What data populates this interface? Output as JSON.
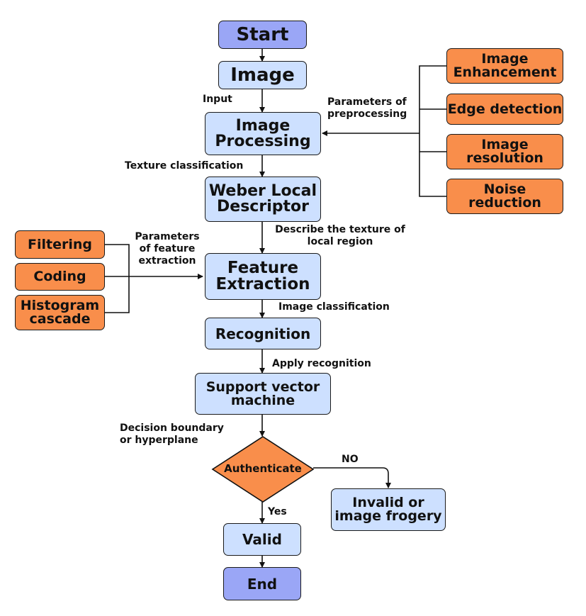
{
  "nodes": {
    "start": "Start",
    "image": "Image",
    "image_processing": "Image\nProcessing",
    "weber": "Weber Local\nDescriptor",
    "feature_extraction": "Feature\nExtraction",
    "recognition": "Recognition",
    "svm": "Support vector\nmachine",
    "authenticate": "Authenticate",
    "valid": "Valid",
    "end": "End",
    "invalid": "Invalid or\nimage frogery"
  },
  "preprocessing": [
    "Image\nEnhancement",
    "Edge detection",
    "Image\nresolution",
    "Noise\nreduction"
  ],
  "feature_params": [
    "Filtering",
    "Coding",
    "Histogram\ncascade"
  ],
  "labels": {
    "input": "Input",
    "texture_classification": "Texture classification",
    "describe_texture": "Describe the texture of\nlocal region",
    "image_classification": "Image classification",
    "apply_recognition": "Apply recognition",
    "decision_boundary": "Decision boundary\nor hyperplane",
    "yes": "Yes",
    "no": "NO",
    "params_preprocessing": "Parameters of\npreprocessing",
    "params_feature": "Parameters\nof feature\nextraction"
  },
  "colors": {
    "process": "#cde0ff",
    "terminal": "#9aa6f6",
    "parameter": "#f98e4b",
    "decision": "#f98e4b"
  }
}
